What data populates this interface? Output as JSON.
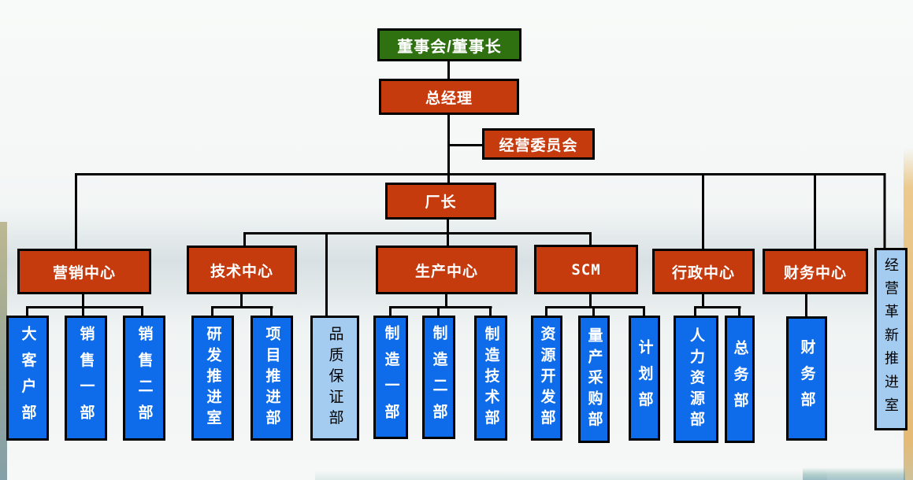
{
  "colors": {
    "green": "#2f7011",
    "red": "#c63b0e",
    "blue": "#0e6ceb",
    "lightblue": "#a4ccf1",
    "line": "#000000"
  },
  "nodes": {
    "board": "董事会/董事长",
    "general_manager": "总经理",
    "committee": "经营委员会",
    "factory_director": "厂长",
    "quality_dept": "品质保证部",
    "innovation_office": "经营革新推进室"
  },
  "centers": [
    {
      "label": "营销中心",
      "children": [
        "大客户部",
        "销售一部",
        "销售二部"
      ]
    },
    {
      "label": "技术中心",
      "children": [
        "研发推进室",
        "项目推进部"
      ]
    },
    {
      "label": "生产中心",
      "children": [
        "制造一部",
        "制造二部",
        "制造技术部"
      ]
    },
    {
      "label": "SCM",
      "children": [
        "资源开发部",
        "量产采购部",
        "计划部"
      ]
    },
    {
      "label": "行政中心",
      "children": [
        "人力资源部",
        "总务部"
      ]
    },
    {
      "label": "财务中心",
      "children": [
        "财务部"
      ]
    }
  ]
}
